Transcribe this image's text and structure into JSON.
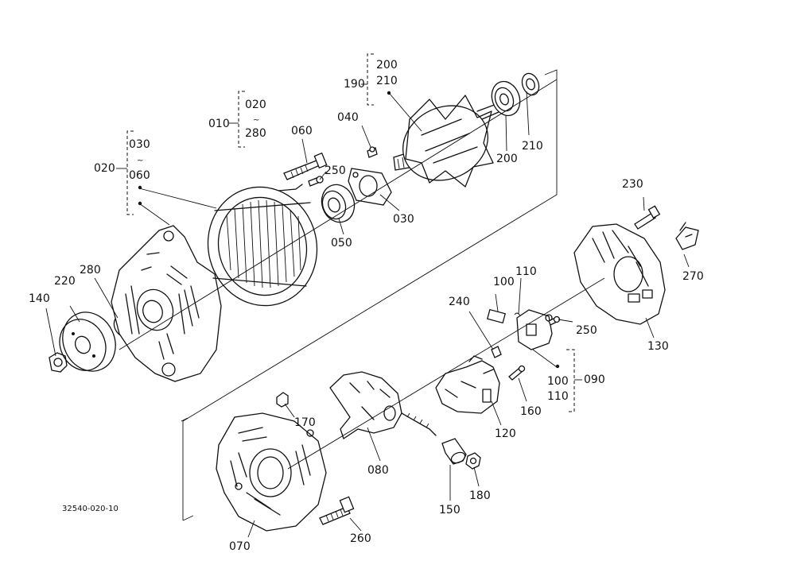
{
  "labels": {
    "p190": "190",
    "p200a": "200",
    "p210a": "210",
    "p010": "010",
    "p020a": "020",
    "tilde": "~",
    "p280a": "280",
    "p040": "040",
    "p060a": "060",
    "p250a": "250",
    "p020b": "020",
    "p030a": "030",
    "p060b": "060",
    "p050": "050",
    "p030b": "030",
    "p200b": "200",
    "p210b": "210",
    "p230": "230",
    "p270": "270",
    "p280b": "280",
    "p220": "220",
    "p140": "140",
    "p100a": "100",
    "p110a": "110",
    "p240": "240",
    "p250b": "250",
    "p130": "130",
    "p100b": "100",
    "p110b": "110",
    "p090": "090",
    "p160": "160",
    "p120": "120",
    "p170": "170",
    "p080": "080",
    "p150": "150",
    "p180": "180",
    "p260": "260",
    "p070": "070"
  },
  "figure_code": "32540-020-10"
}
